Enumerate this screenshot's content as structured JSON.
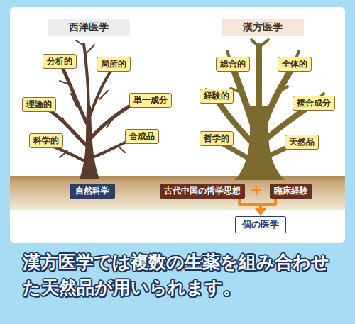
{
  "diagram": {
    "caption": "漢方医学では複数の生薬を組み合わせた天然品が用いられます。",
    "nodes": [
      {
        "text": [
          "西洋医学"
        ]
      },
      {
        "text": [
          "漢方医学"
        ]
      },
      {
        "text": [
          "分析的"
        ]
      },
      {
        "text": [
          "局所的"
        ]
      },
      {
        "text": [
          "総合的"
        ]
      },
      {
        "text": [
          "全体的"
        ]
      },
      {
        "text": [
          "理論的"
        ]
      },
      {
        "text": [
          "単一成分"
        ]
      },
      {
        "text": [
          "経験的"
        ]
      },
      {
        "text": [
          "複合成分"
        ]
      },
      {
        "text": [
          "科学的"
        ]
      },
      {
        "text": [
          "合成品"
        ]
      },
      {
        "text": [
          "哲学的"
        ]
      },
      {
        "text": [
          "天然品"
        ]
      },
      {
        "text": [
          "自然科学"
        ]
      },
      {
        "text": [
          "古代中国の哲学思想"
        ]
      },
      {
        "text": [
          "臨床経験"
        ]
      },
      {
        "text": [
          "個の医学"
        ]
      }
    ],
    "edges": [
      {
        "from": 15,
        "to": 17,
        "arrow": "to"
      },
      {
        "from": 16,
        "to": 17,
        "arrow": "to"
      }
    ],
    "labels": [
      "+"
    ]
  }
}
